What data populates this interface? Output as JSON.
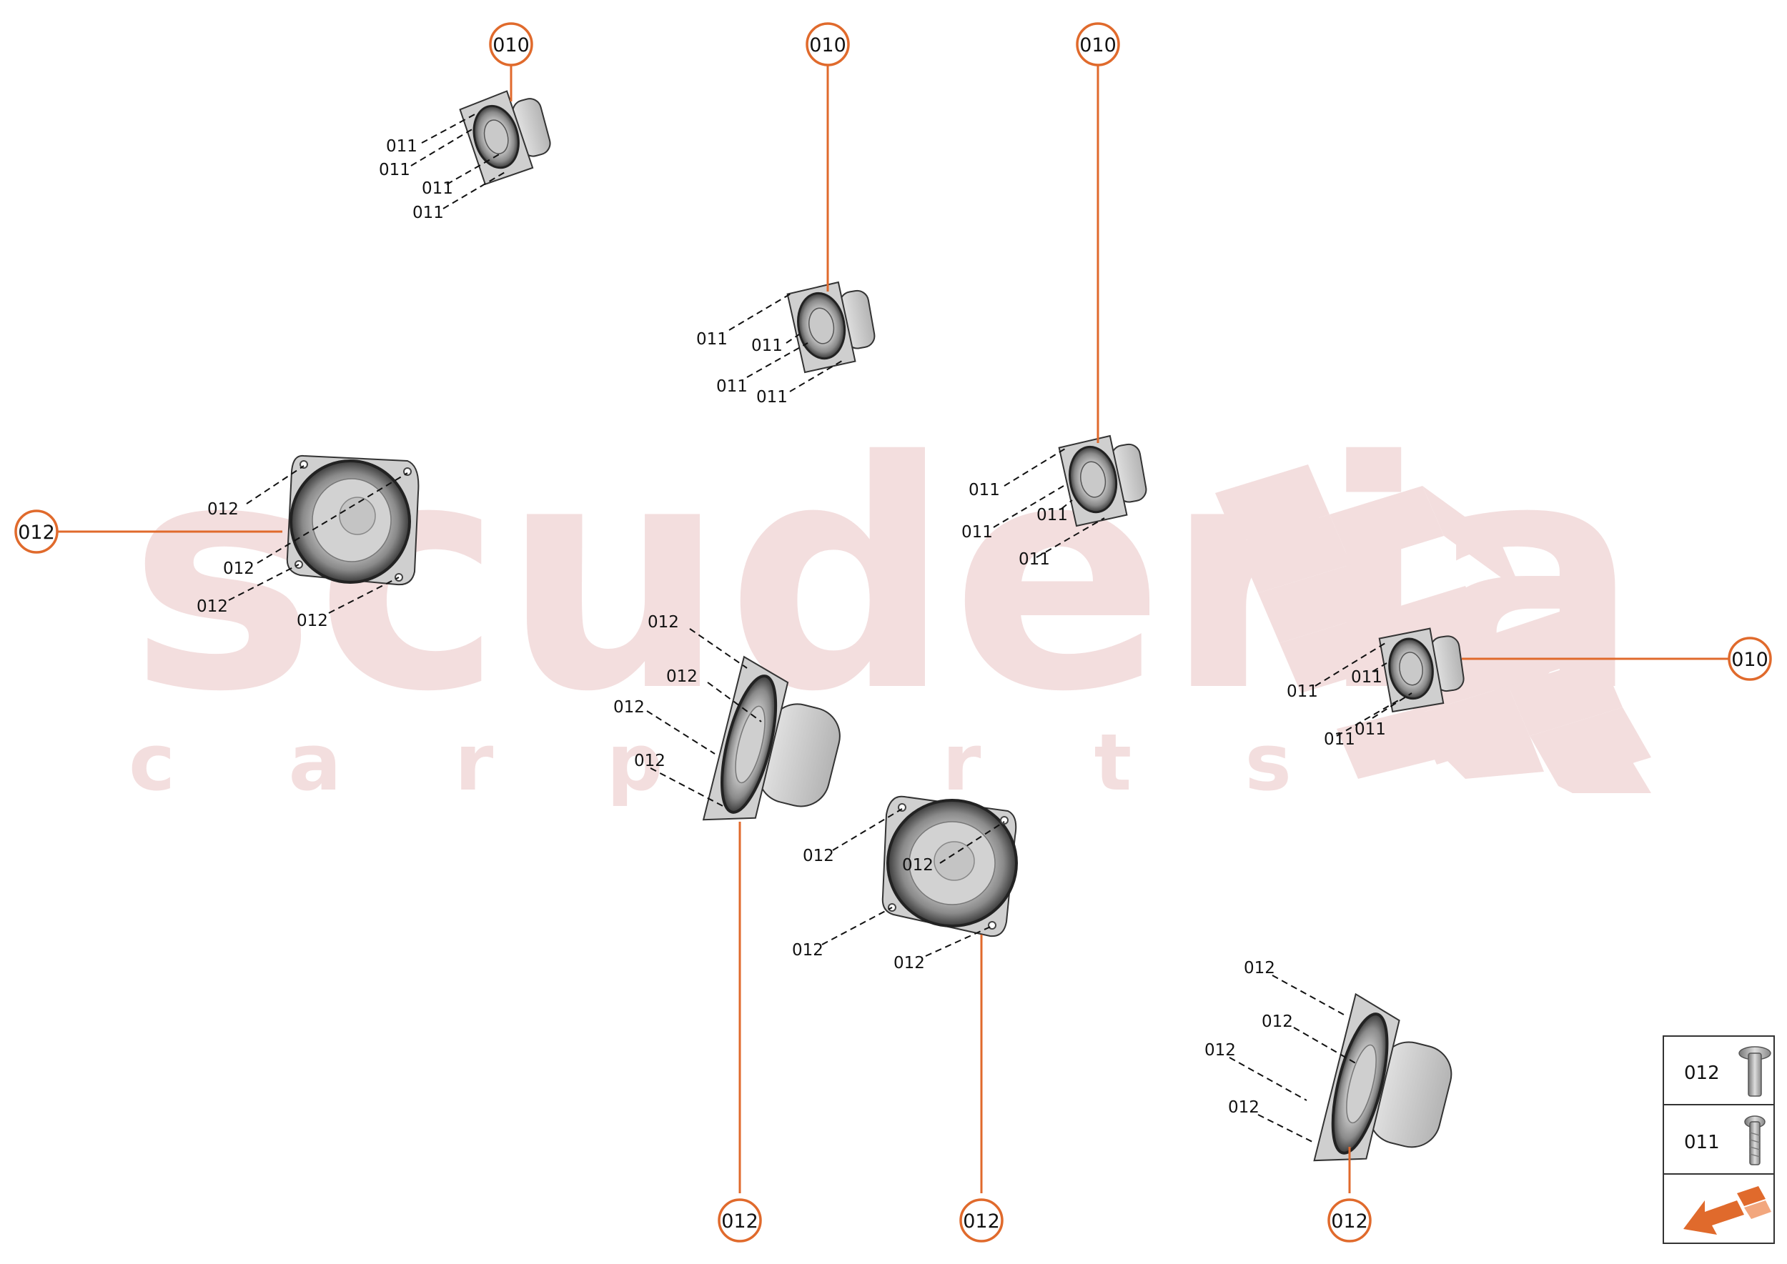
{
  "watermark": {
    "brand": "scuderia",
    "tagline": "c a r   p a r t s"
  },
  "colors": {
    "callout": "#e06a2c",
    "watermark": "#f3dede",
    "line": "#111111"
  },
  "callouts": [
    {
      "id": "c1",
      "label": "010"
    },
    {
      "id": "c2",
      "label": "010"
    },
    {
      "id": "c3",
      "label": "010"
    },
    {
      "id": "c4",
      "label": "012"
    },
    {
      "id": "c5",
      "label": "010"
    },
    {
      "id": "c6",
      "label": "012"
    },
    {
      "id": "c7",
      "label": "012"
    },
    {
      "id": "c8",
      "label": "012"
    }
  ],
  "part_labels": [
    "011",
    "011",
    "011",
    "011",
    "011",
    "011",
    "011",
    "011",
    "011",
    "011",
    "011",
    "011",
    "011",
    "011",
    "011",
    "011",
    "012",
    "012",
    "012",
    "012",
    "012",
    "012",
    "012",
    "012",
    "012",
    "012",
    "012",
    "012",
    "012",
    "012",
    "012"
  ],
  "legend": [
    {
      "label": "012",
      "icon": "screw-icon"
    },
    {
      "label": "011",
      "icon": "screw-icon"
    },
    {
      "label": "",
      "icon": "direction-arrow-icon"
    }
  ]
}
